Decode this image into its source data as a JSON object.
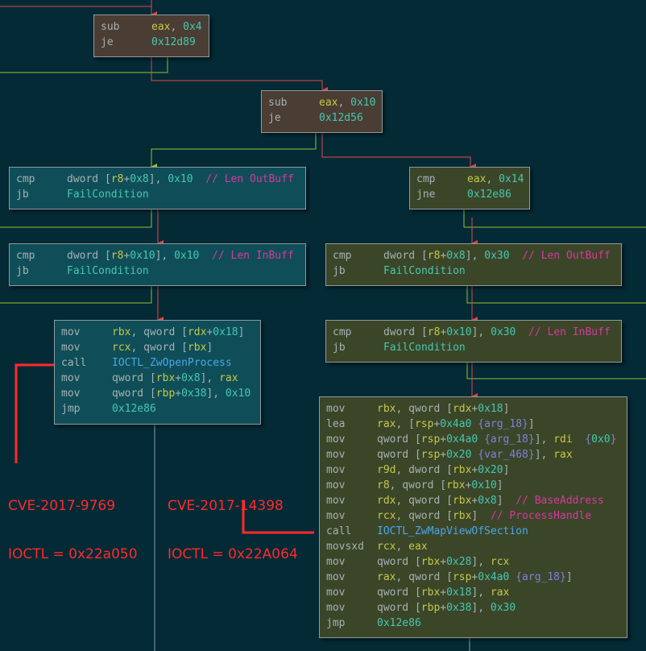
{
  "blocks": {
    "b1": [
      {
        "op": "sub",
        "args": [
          {
            "t": "reg",
            "v": "eax"
          },
          {
            "t": "plain",
            "v": ", "
          },
          {
            "t": "num",
            "v": "0x4"
          }
        ]
      },
      {
        "op": "je",
        "args": [
          {
            "t": "num",
            "v": "0x12d89"
          }
        ]
      }
    ],
    "b2": [
      {
        "op": "sub",
        "args": [
          {
            "t": "reg",
            "v": "eax"
          },
          {
            "t": "plain",
            "v": ", "
          },
          {
            "t": "num",
            "v": "0x10"
          }
        ]
      },
      {
        "op": "je",
        "args": [
          {
            "t": "num",
            "v": "0x12d56"
          }
        ]
      }
    ],
    "b3": [
      {
        "op": "cmp",
        "args": [
          {
            "t": "mem",
            "v": "dword ["
          },
          {
            "t": "reg",
            "v": "r8"
          },
          {
            "t": "mem",
            "v": "+"
          },
          {
            "t": "num",
            "v": "0x8"
          },
          {
            "t": "mem",
            "v": "], "
          },
          {
            "t": "num",
            "v": "0x10"
          },
          {
            "t": "cmt",
            "v": "  // Len OutBuff"
          }
        ]
      },
      {
        "op": "jb",
        "args": [
          {
            "t": "num",
            "v": "FailCondition"
          }
        ]
      }
    ],
    "b4": [
      {
        "op": "cmp",
        "args": [
          {
            "t": "reg",
            "v": "eax"
          },
          {
            "t": "plain",
            "v": ", "
          },
          {
            "t": "num",
            "v": "0x14"
          }
        ]
      },
      {
        "op": "jne",
        "args": [
          {
            "t": "num",
            "v": "0x12e86"
          }
        ]
      }
    ],
    "b5": [
      {
        "op": "cmp",
        "args": [
          {
            "t": "mem",
            "v": "dword ["
          },
          {
            "t": "reg",
            "v": "r8"
          },
          {
            "t": "mem",
            "v": "+"
          },
          {
            "t": "num",
            "v": "0x10"
          },
          {
            "t": "mem",
            "v": "], "
          },
          {
            "t": "num",
            "v": "0x10"
          },
          {
            "t": "cmt",
            "v": "  // Len InBuff"
          }
        ]
      },
      {
        "op": "jb",
        "args": [
          {
            "t": "num",
            "v": "FailCondition"
          }
        ]
      }
    ],
    "b6": [
      {
        "op": "cmp",
        "args": [
          {
            "t": "mem",
            "v": "dword ["
          },
          {
            "t": "reg",
            "v": "r8"
          },
          {
            "t": "mem",
            "v": "+"
          },
          {
            "t": "num",
            "v": "0x8"
          },
          {
            "t": "mem",
            "v": "], "
          },
          {
            "t": "num",
            "v": "0x30"
          },
          {
            "t": "cmt",
            "v": "  // Len OutBuff"
          }
        ]
      },
      {
        "op": "jb",
        "args": [
          {
            "t": "num",
            "v": "FailCondition"
          }
        ]
      }
    ],
    "b7": [
      {
        "op": "mov",
        "args": [
          {
            "t": "reg",
            "v": "rbx"
          },
          {
            "t": "mem",
            "v": ", qword ["
          },
          {
            "t": "reg",
            "v": "rdx"
          },
          {
            "t": "mem",
            "v": "+"
          },
          {
            "t": "num",
            "v": "0x18"
          },
          {
            "t": "mem",
            "v": "]"
          }
        ]
      },
      {
        "op": "mov",
        "args": [
          {
            "t": "reg",
            "v": "rcx"
          },
          {
            "t": "mem",
            "v": ", qword ["
          },
          {
            "t": "reg",
            "v": "rbx"
          },
          {
            "t": "mem",
            "v": "]"
          }
        ]
      },
      {
        "op": "call",
        "args": [
          {
            "t": "fn",
            "v": "IOCTL_ZwOpenProcess"
          }
        ]
      },
      {
        "op": "mov",
        "args": [
          {
            "t": "mem",
            "v": "qword ["
          },
          {
            "t": "reg",
            "v": "rbx"
          },
          {
            "t": "mem",
            "v": "+"
          },
          {
            "t": "num",
            "v": "0x8"
          },
          {
            "t": "mem",
            "v": "], "
          },
          {
            "t": "reg",
            "v": "rax"
          }
        ]
      },
      {
        "op": "mov",
        "args": [
          {
            "t": "mem",
            "v": "qword ["
          },
          {
            "t": "reg",
            "v": "rbp"
          },
          {
            "t": "mem",
            "v": "+"
          },
          {
            "t": "num",
            "v": "0x38"
          },
          {
            "t": "mem",
            "v": "], "
          },
          {
            "t": "num",
            "v": "0x10"
          }
        ]
      },
      {
        "op": "jmp",
        "args": [
          {
            "t": "num",
            "v": "0x12e86"
          }
        ]
      }
    ],
    "b8": [
      {
        "op": "cmp",
        "args": [
          {
            "t": "mem",
            "v": "dword ["
          },
          {
            "t": "reg",
            "v": "r8"
          },
          {
            "t": "mem",
            "v": "+"
          },
          {
            "t": "num",
            "v": "0x10"
          },
          {
            "t": "mem",
            "v": "], "
          },
          {
            "t": "num",
            "v": "0x30"
          },
          {
            "t": "cmt",
            "v": "  // Len InBuff"
          }
        ]
      },
      {
        "op": "jb",
        "args": [
          {
            "t": "num",
            "v": "FailCondition"
          }
        ]
      }
    ],
    "b9": [
      {
        "op": "mov",
        "args": [
          {
            "t": "reg",
            "v": "rbx"
          },
          {
            "t": "mem",
            "v": ", qword ["
          },
          {
            "t": "reg",
            "v": "rdx"
          },
          {
            "t": "mem",
            "v": "+"
          },
          {
            "t": "num",
            "v": "0x18"
          },
          {
            "t": "mem",
            "v": "]"
          }
        ]
      },
      {
        "op": "lea",
        "args": [
          {
            "t": "reg",
            "v": "rax"
          },
          {
            "t": "mem",
            "v": ", ["
          },
          {
            "t": "reg",
            "v": "rsp"
          },
          {
            "t": "mem",
            "v": "+"
          },
          {
            "t": "num",
            "v": "0x4a0"
          },
          {
            "t": "mem",
            "v": " "
          },
          {
            "t": "var",
            "v": "{arg_18}"
          },
          {
            "t": "mem",
            "v": "]"
          }
        ]
      },
      {
        "op": "mov",
        "args": [
          {
            "t": "mem",
            "v": "qword ["
          },
          {
            "t": "reg",
            "v": "rsp"
          },
          {
            "t": "mem",
            "v": "+"
          },
          {
            "t": "num",
            "v": "0x4a0"
          },
          {
            "t": "mem",
            "v": " "
          },
          {
            "t": "var",
            "v": "{arg_18}"
          },
          {
            "t": "mem",
            "v": "], "
          },
          {
            "t": "reg",
            "v": "rdi"
          },
          {
            "t": "mem",
            "v": "  "
          },
          {
            "t": "var",
            "v": "{"
          },
          {
            "t": "num",
            "v": "0x0"
          },
          {
            "t": "var",
            "v": "}"
          }
        ]
      },
      {
        "op": "mov",
        "args": [
          {
            "t": "mem",
            "v": "qword ["
          },
          {
            "t": "reg",
            "v": "rsp"
          },
          {
            "t": "mem",
            "v": "+"
          },
          {
            "t": "num",
            "v": "0x20"
          },
          {
            "t": "mem",
            "v": " "
          },
          {
            "t": "var",
            "v": "{var_468}"
          },
          {
            "t": "mem",
            "v": "], "
          },
          {
            "t": "reg",
            "v": "rax"
          }
        ]
      },
      {
        "op": "mov",
        "args": [
          {
            "t": "reg",
            "v": "r9d"
          },
          {
            "t": "mem",
            "v": ", dword ["
          },
          {
            "t": "reg",
            "v": "rbx"
          },
          {
            "t": "mem",
            "v": "+"
          },
          {
            "t": "num",
            "v": "0x20"
          },
          {
            "t": "mem",
            "v": "]"
          }
        ]
      },
      {
        "op": "mov",
        "args": [
          {
            "t": "reg",
            "v": "r8"
          },
          {
            "t": "mem",
            "v": ", qword ["
          },
          {
            "t": "reg",
            "v": "rbx"
          },
          {
            "t": "mem",
            "v": "+"
          },
          {
            "t": "num",
            "v": "0x10"
          },
          {
            "t": "mem",
            "v": "]"
          }
        ]
      },
      {
        "op": "mov",
        "args": [
          {
            "t": "reg",
            "v": "rdx"
          },
          {
            "t": "mem",
            "v": ", qword ["
          },
          {
            "t": "reg",
            "v": "rbx"
          },
          {
            "t": "mem",
            "v": "+"
          },
          {
            "t": "num",
            "v": "0x8"
          },
          {
            "t": "mem",
            "v": "]"
          },
          {
            "t": "cmt",
            "v": "  // BaseAddress"
          }
        ]
      },
      {
        "op": "mov",
        "args": [
          {
            "t": "reg",
            "v": "rcx"
          },
          {
            "t": "mem",
            "v": ", qword ["
          },
          {
            "t": "reg",
            "v": "rbx"
          },
          {
            "t": "mem",
            "v": "]"
          },
          {
            "t": "cmt",
            "v": "  // ProcessHandle"
          }
        ]
      },
      {
        "op": "call",
        "args": [
          {
            "t": "fn",
            "v": "IOCTL_ZwMapViewOfSection"
          }
        ]
      },
      {
        "op": "movsxd",
        "args": [
          {
            "t": "reg",
            "v": "rcx"
          },
          {
            "t": "plain",
            "v": ", "
          },
          {
            "t": "reg",
            "v": "eax"
          }
        ]
      },
      {
        "op": "mov",
        "args": [
          {
            "t": "mem",
            "v": "qword ["
          },
          {
            "t": "reg",
            "v": "rbx"
          },
          {
            "t": "mem",
            "v": "+"
          },
          {
            "t": "num",
            "v": "0x28"
          },
          {
            "t": "mem",
            "v": "], "
          },
          {
            "t": "reg",
            "v": "rcx"
          }
        ]
      },
      {
        "op": "mov",
        "args": [
          {
            "t": "reg",
            "v": "rax"
          },
          {
            "t": "mem",
            "v": ", qword ["
          },
          {
            "t": "reg",
            "v": "rsp"
          },
          {
            "t": "mem",
            "v": "+"
          },
          {
            "t": "num",
            "v": "0x4a0"
          },
          {
            "t": "mem",
            "v": " "
          },
          {
            "t": "var",
            "v": "{arg_18}"
          },
          {
            "t": "mem",
            "v": "]"
          }
        ]
      },
      {
        "op": "mov",
        "args": [
          {
            "t": "mem",
            "v": "qword ["
          },
          {
            "t": "reg",
            "v": "rbx"
          },
          {
            "t": "mem",
            "v": "+"
          },
          {
            "t": "num",
            "v": "0x18"
          },
          {
            "t": "mem",
            "v": "], "
          },
          {
            "t": "reg",
            "v": "rax"
          }
        ]
      },
      {
        "op": "mov",
        "args": [
          {
            "t": "mem",
            "v": "qword ["
          },
          {
            "t": "reg",
            "v": "rbp"
          },
          {
            "t": "mem",
            "v": "+"
          },
          {
            "t": "num",
            "v": "0x38"
          },
          {
            "t": "mem",
            "v": "], "
          },
          {
            "t": "num",
            "v": "0x30"
          }
        ]
      },
      {
        "op": "jmp",
        "args": [
          {
            "t": "num",
            "v": "0x12e86"
          }
        ]
      }
    ]
  },
  "annotations": {
    "left": {
      "cve": "CVE-2017-9769",
      "ioctl": "IOCTL = 0x22a050"
    },
    "right": {
      "cve": "CVE-2017-14398",
      "ioctl": "IOCTL = 0x22A064"
    }
  },
  "colors": {
    "background": "#042a36",
    "edge_true": "#9bbf30",
    "edge_false": "#e04848",
    "edge_plain": "#8aa2a8",
    "annotation": "#ff2a2a"
  }
}
